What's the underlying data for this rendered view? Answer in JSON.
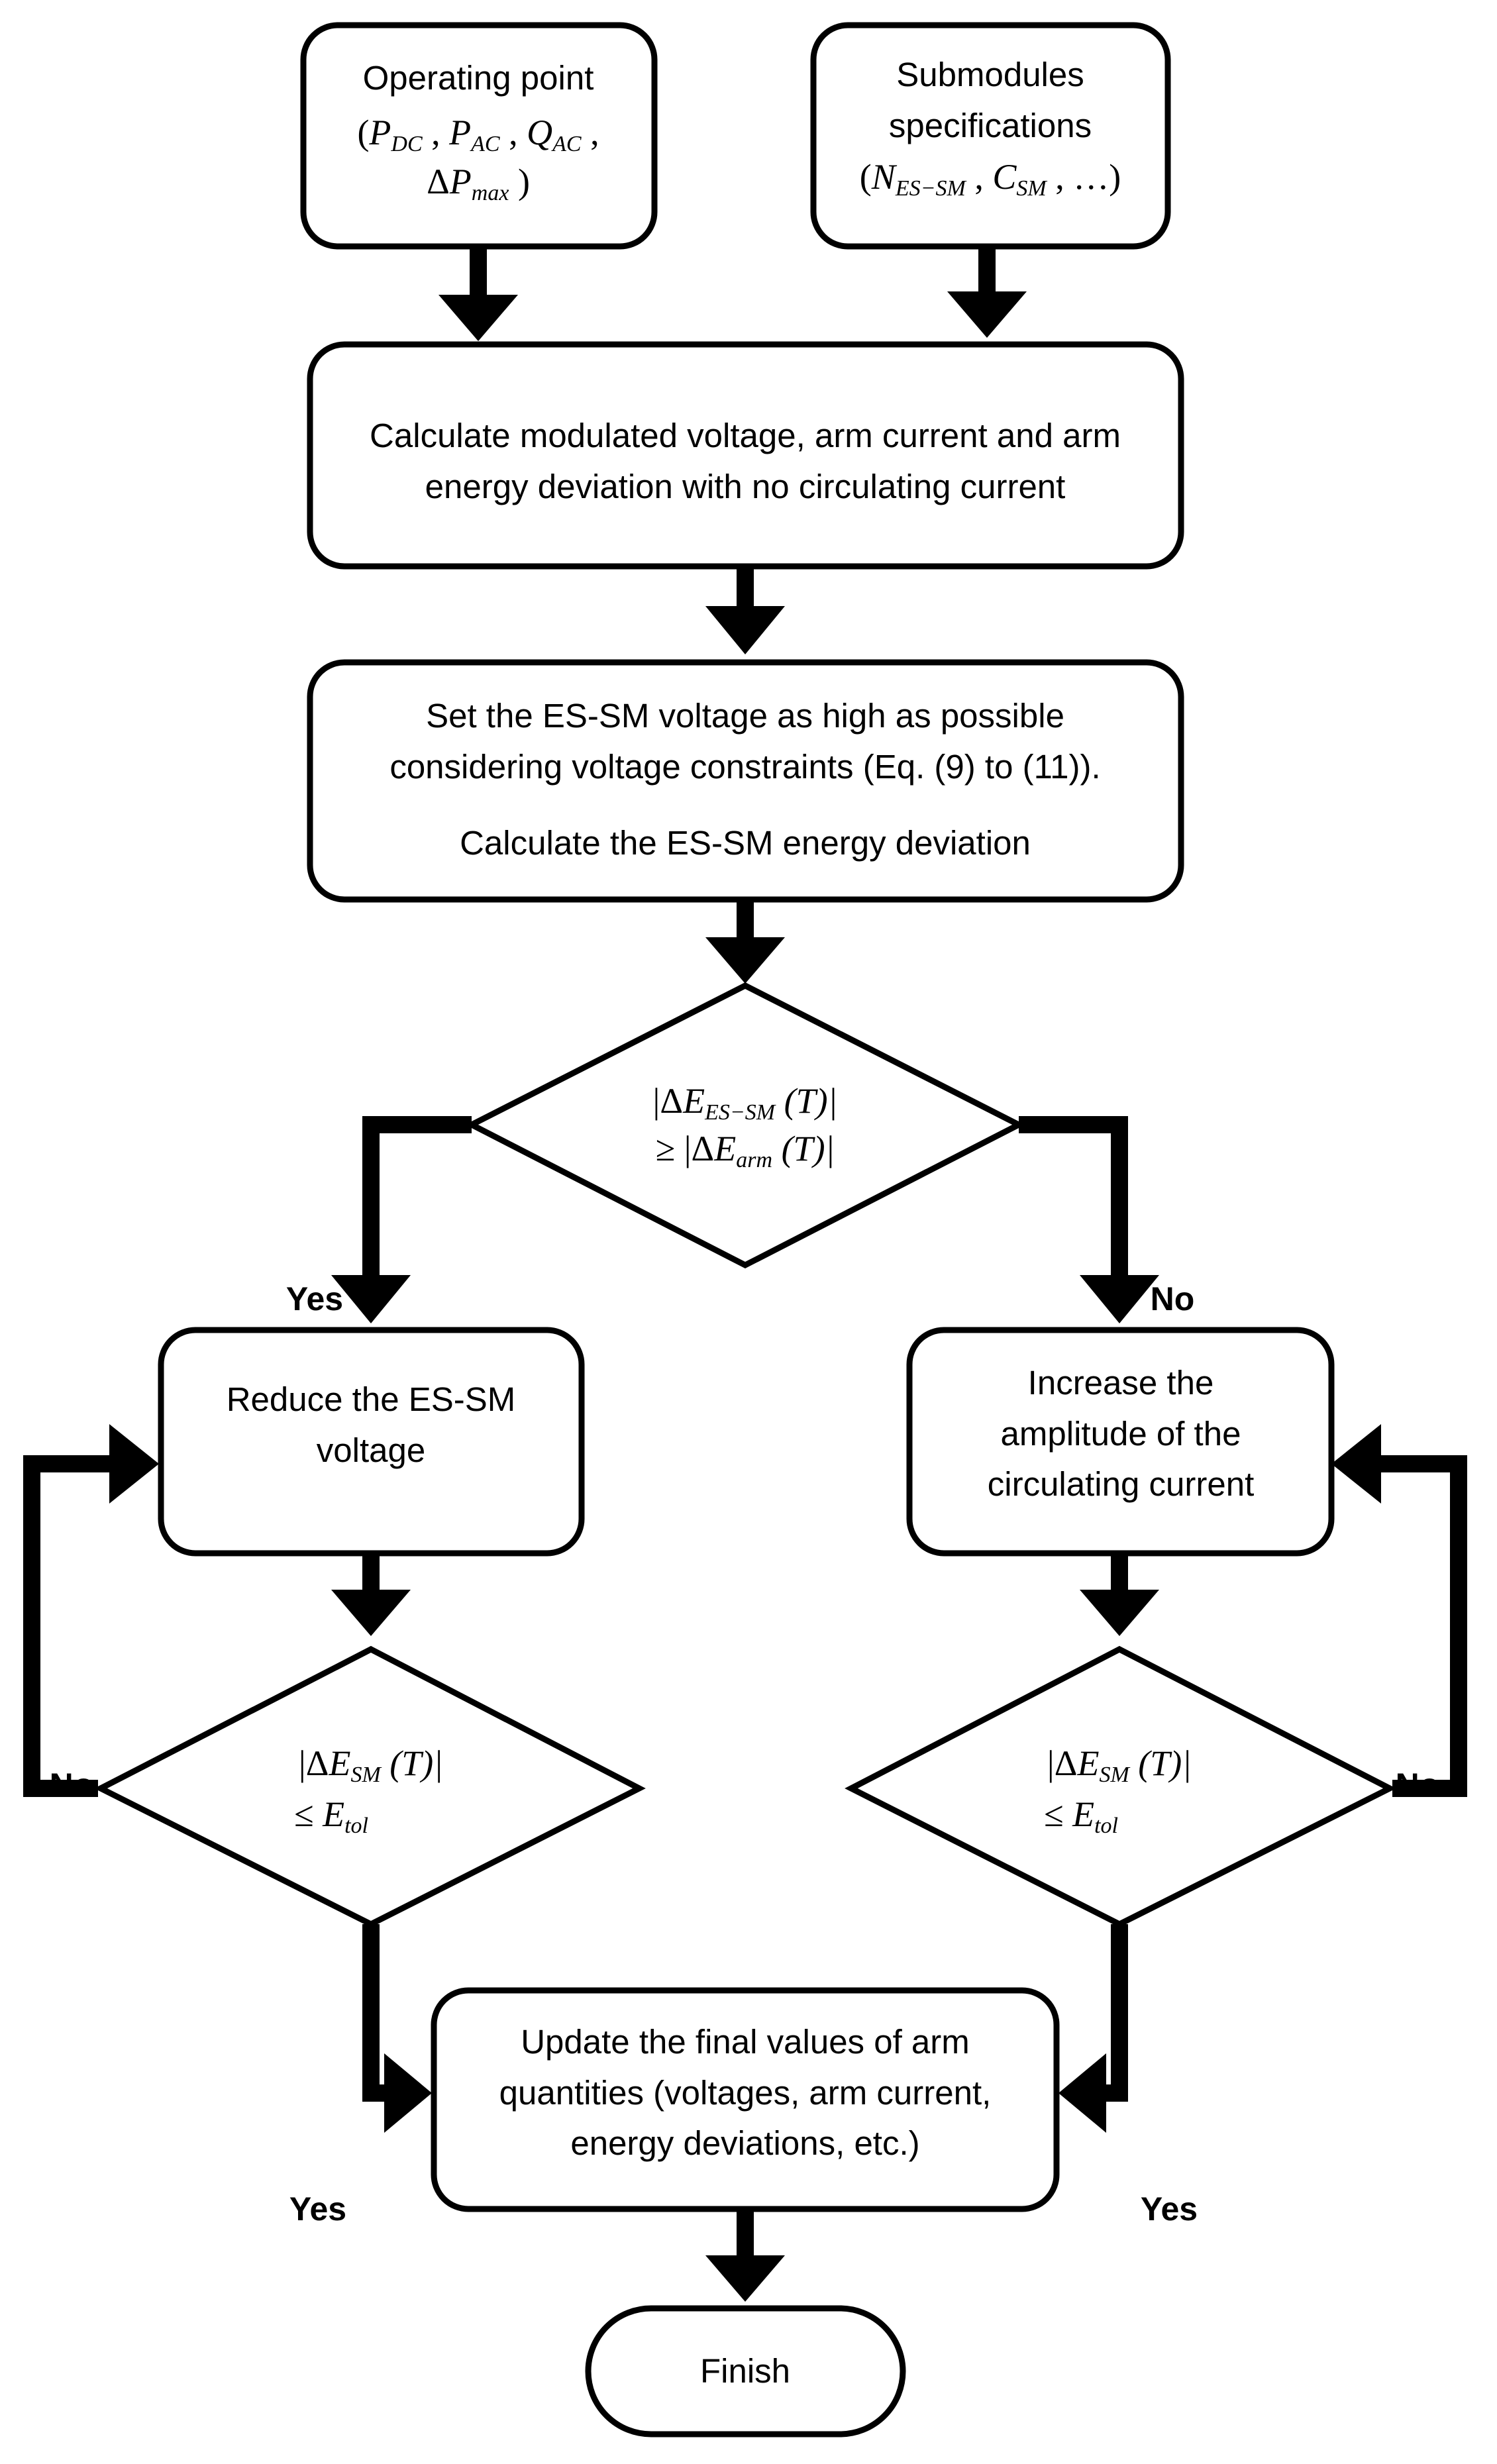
{
  "boxes": {
    "operating_point": {
      "line1": "Operating point",
      "formula": {
        "open": "(",
        "v1": "P",
        "s1": "DC",
        "c1": " , ",
        "v2": "P",
        "s2": "AC",
        "c2": " , ",
        "v3": "Q",
        "s3": "AC",
        "c3": " ,",
        "delta": "Δ",
        "v4": "P",
        "s4": "max",
        "close": " )"
      }
    },
    "submodules": {
      "line1": "Submodules",
      "line2": "specifications",
      "formula": {
        "open": "(",
        "v1": "N",
        "s1": "ES−SM",
        "c1": " , ",
        "v2": "C",
        "s2": "SM",
        "c2": " , …)"
      }
    },
    "calc_modulated": {
      "line1": "Calculate modulated voltage, arm current and arm",
      "line2": "energy deviation with no circulating current"
    },
    "set_voltage": {
      "line1": "Set the ES-SM voltage as high as possible",
      "line2": "considering voltage constraints (Eq. (9) to (11)).",
      "line3": "Calculate the ES-SM energy deviation"
    },
    "reduce": {
      "line1": "Reduce the ES-SM",
      "line2": "voltage"
    },
    "increase": {
      "line1": "Increase the",
      "line2": "amplitude of the",
      "line3": "circulating current"
    },
    "update": {
      "line1": "Update the final values of arm",
      "line2": "quantities (voltages, arm current,",
      "line3": "energy deviations, etc.)"
    },
    "finish": {
      "label": "Finish"
    }
  },
  "decisions": {
    "main": {
      "l1_open": "|Δ",
      "l1_var": "E",
      "l1_sub": "ES−SM",
      "l1_arg": " (T)|",
      "l2_rel": "≥ |Δ",
      "l2_var": "E",
      "l2_sub": "arm",
      "l2_arg": " (T)|"
    },
    "left": {
      "l1_open": "|Δ",
      "l1_var": "E",
      "l1_sub": "SM",
      "l1_arg": " (T)|",
      "l2_rel": "≤ ",
      "l2_var": "E",
      "l2_sub": "tol"
    },
    "right": {
      "l1_open": "|Δ",
      "l1_var": "E",
      "l1_sub": "SM",
      "l1_arg": " (T)|",
      "l2_rel": "≤ ",
      "l2_var": "E",
      "l2_sub": "tol"
    }
  },
  "labels": {
    "yes_main": "Yes",
    "no_main": "No",
    "no_left": "No",
    "no_right": "No",
    "yes_left": "Yes",
    "yes_right": "Yes"
  }
}
